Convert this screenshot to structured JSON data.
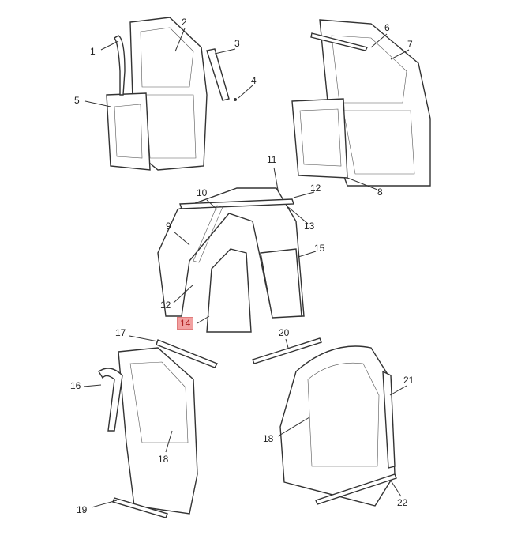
{
  "diagram": {
    "title": "",
    "callouts": [
      "1",
      "2",
      "3",
      "4",
      "5",
      "6",
      "7",
      "8",
      "9",
      "10",
      "11",
      "12",
      "13",
      "15",
      "12",
      "14",
      "17",
      "20",
      "16",
      "21",
      "18",
      "18",
      "19",
      "22"
    ],
    "highlighted_callout": "14",
    "highlight_color": "#f2a0a0"
  }
}
